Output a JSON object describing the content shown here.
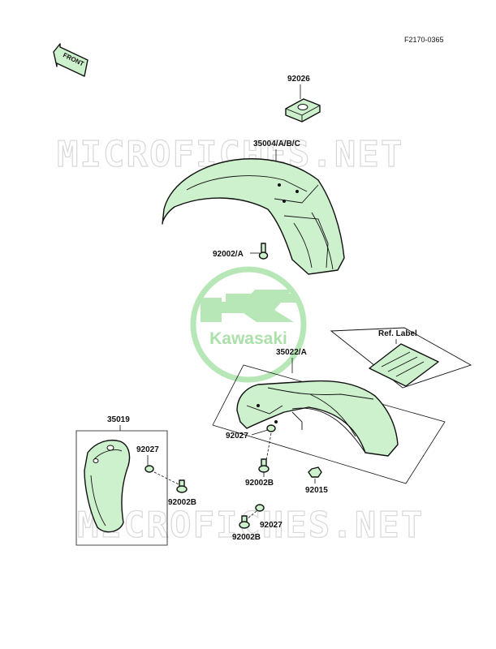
{
  "figure_code": "F2170-0365",
  "front_arrow": "FRONT",
  "watermark_text": "MICROFICHES.NET",
  "brand_logo": "Kawasaki",
  "labels": {
    "p92026": "92026",
    "p35004": "35004/A/B/C",
    "p92002a": "92002/A",
    "ref_label": "Ref. Label",
    "p35022": "35022/A",
    "p35019": "35019",
    "p92027_left": "92027",
    "p92002b_left": "92002B",
    "p92027_center": "92027",
    "p92002b_center": "92002B",
    "p92015": "92015",
    "p92027_bottom": "92027",
    "p92002b_bottom": "92002B"
  },
  "colors": {
    "part_fill": "#cdf0cd",
    "logo_green": "#9fdf9f",
    "watermark_gray": "#d8d8d8"
  }
}
